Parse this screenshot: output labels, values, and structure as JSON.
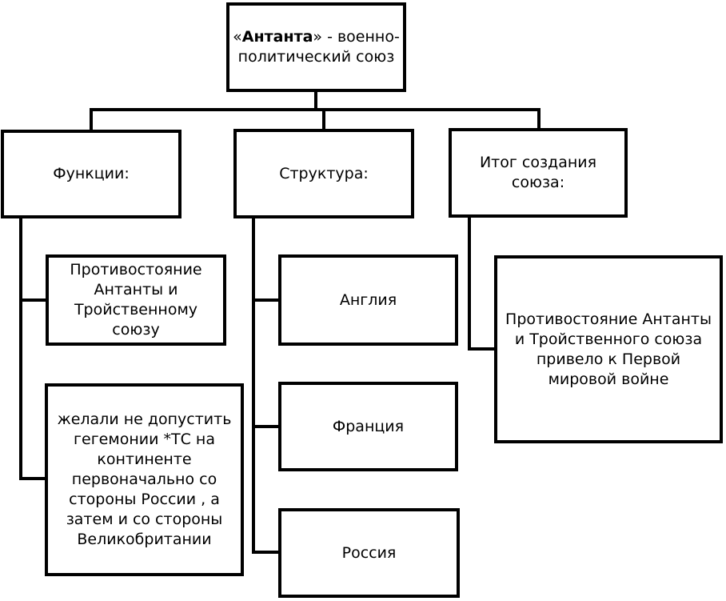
{
  "root": {
    "open_quote": "«",
    "name": "Антанта",
    "close_quote": "»",
    "rest": " - военно-политический союз"
  },
  "categories": {
    "functions": "Функции:",
    "structure": "Структура:",
    "result": "Итог создания союза:"
  },
  "functions_items": [
    "Противостояние Антанты и Тройственному союзу",
    "желали не допустить гегемонии *ТС на континенте первоначально со стороны России , а затем и со стороны Великобритании"
  ],
  "structure_items": [
    "Англия",
    "Франция",
    "Россия"
  ],
  "result_items": [
    "Противостояние Антанты и Тройственного союза привело к Первой мировой войне"
  ],
  "colors": {
    "line": "#000000",
    "box_fill": "#ffffff"
  }
}
